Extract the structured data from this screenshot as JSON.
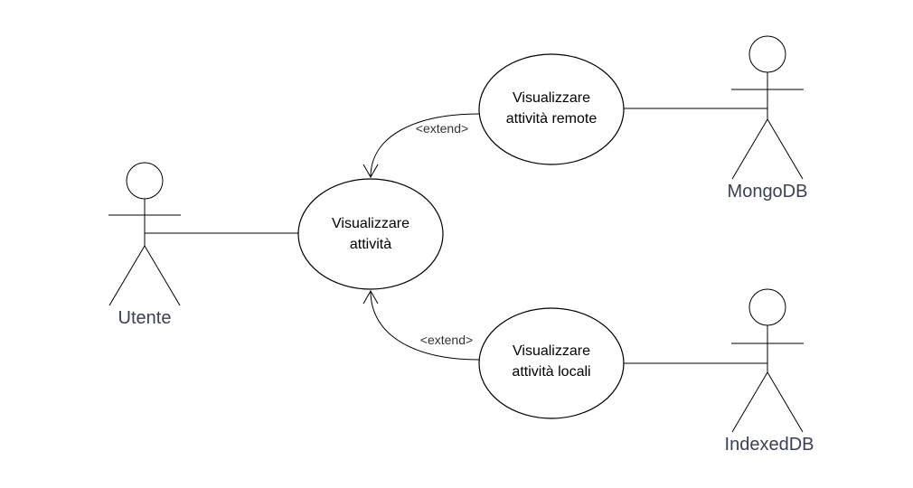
{
  "actors": {
    "utente": "Utente",
    "mongodb": "MongoDB",
    "indexeddb": "IndexedDB"
  },
  "use_cases": {
    "main": [
      "Visualizzare",
      "attività"
    ],
    "remote": [
      "Visualizzare",
      "attività remote"
    ],
    "local": [
      "Visualizzare",
      "attività locali"
    ]
  },
  "relations": {
    "extend_remote": "<extend>",
    "extend_local": "<extend>"
  }
}
